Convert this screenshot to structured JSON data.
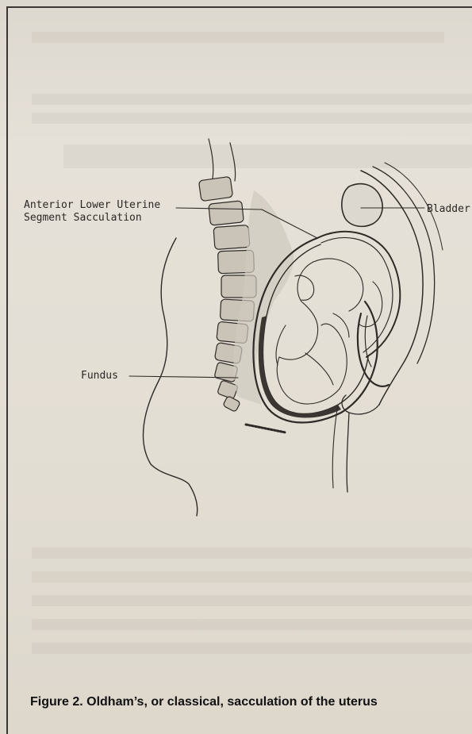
{
  "labels": {
    "anterior_line1": "Anterior Lower Uterine",
    "anterior_line2": "Segment Sacculation",
    "bladder": "Bladder",
    "fundus": "Fundus"
  },
  "caption": "Figure 2.  Oldham’s, or classical, sacculation of the uterus",
  "colors": {
    "ink": "#2a2724",
    "paper": "#e3ded4"
  }
}
